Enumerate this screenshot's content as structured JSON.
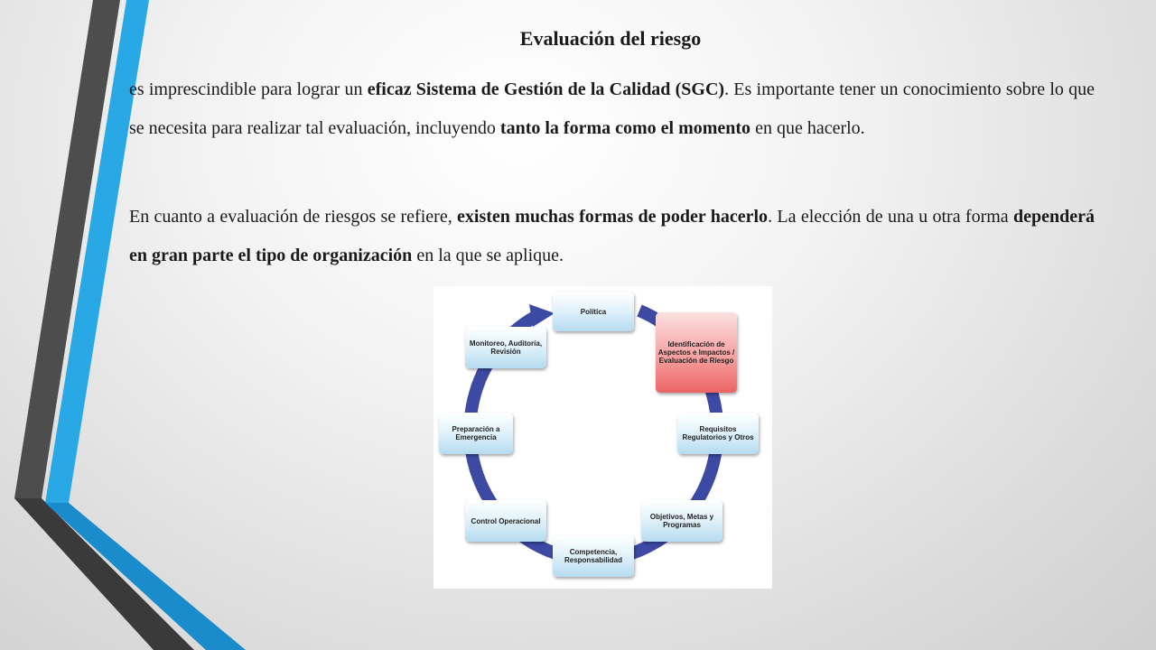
{
  "slide": {
    "title": "Evaluación del riesgo",
    "paragraph1": {
      "t1": "es imprescindible para lograr un ",
      "b1": "eficaz Sistema de Gestión de la Calidad (SGC)",
      "t2": ". Es importante tener un conocimiento sobre lo que se necesita para realizar tal evaluación, incluyendo ",
      "b2": "tanto la forma como el momento",
      "t3": " en que hacerlo."
    },
    "paragraph2": {
      "t1": "En cuanto a evaluación de riesgos se refiere, ",
      "b1": "existen muchas formas de poder hacerlo",
      "t2": ". La elección de una u otra forma ",
      "b2": "dependerá en gran parte el tipo de organización",
      "t3": " en la que se aplique."
    }
  },
  "diagram": {
    "nodes": [
      {
        "label": "Política"
      },
      {
        "label": "Identificación de Aspectos e Impactos / Evaluación de Riesgo"
      },
      {
        "label": "Requisitos Regulatorios y Otros"
      },
      {
        "label": "Objetivos, Metas y Programas"
      },
      {
        "label": "Competencia, Responsabilidad"
      },
      {
        "label": "Control Operacional"
      },
      {
        "label": "Preparación a Emergencia"
      },
      {
        "label": "Monitoreo, Auditoría, Revisión"
      }
    ],
    "colors": {
      "cycle_arrow": "#3d4aa3",
      "highlight": "#ec6464",
      "node": "#b5dbf0"
    }
  }
}
